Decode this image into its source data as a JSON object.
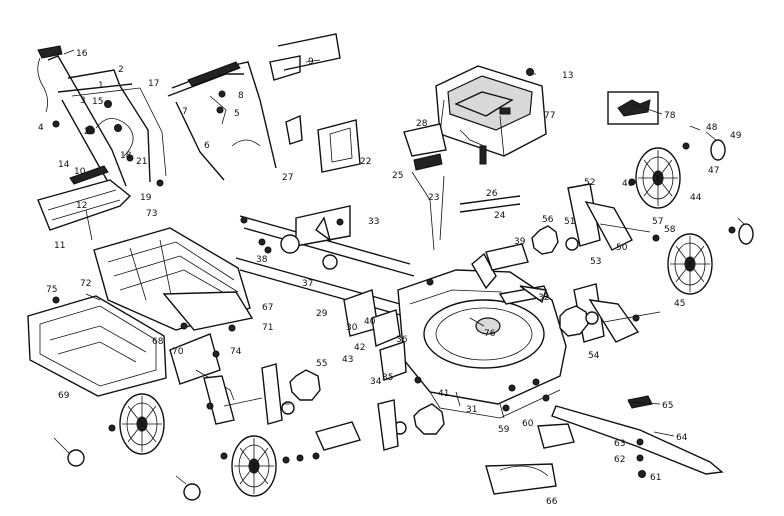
{
  "parts": [
    {
      "label": "16"
    },
    {
      "label": "1"
    },
    {
      "label": "2"
    },
    {
      "label": "3"
    },
    {
      "label": "15"
    },
    {
      "label": "4"
    },
    {
      "label": "20"
    },
    {
      "label": "18"
    },
    {
      "label": "21"
    },
    {
      "label": "10"
    },
    {
      "label": "14"
    },
    {
      "label": "12"
    },
    {
      "label": "11"
    },
    {
      "label": "19"
    },
    {
      "label": "17"
    },
    {
      "label": "8"
    },
    {
      "label": "6"
    },
    {
      "label": "5"
    },
    {
      "label": "7"
    },
    {
      "label": "9"
    },
    {
      "label": "22"
    },
    {
      "label": "28"
    },
    {
      "label": "25"
    },
    {
      "label": "23"
    },
    {
      "label": "13"
    },
    {
      "label": "77"
    },
    {
      "label": "78"
    },
    {
      "label": "26"
    },
    {
      "label": "24"
    },
    {
      "label": "48"
    },
    {
      "label": "49"
    },
    {
      "label": "47"
    },
    {
      "label": "44"
    },
    {
      "label": "52"
    },
    {
      "label": "46"
    },
    {
      "label": "27"
    },
    {
      "label": "33"
    },
    {
      "label": "38"
    },
    {
      "label": "37"
    },
    {
      "label": "56"
    },
    {
      "label": "51"
    },
    {
      "label": "50"
    },
    {
      "label": "57"
    },
    {
      "label": "58"
    },
    {
      "label": "45"
    },
    {
      "label": "39"
    },
    {
      "label": "53"
    },
    {
      "label": "55"
    },
    {
      "label": "54"
    },
    {
      "label": "32"
    },
    {
      "label": "73"
    },
    {
      "label": "75"
    },
    {
      "label": "72"
    },
    {
      "label": "67"
    },
    {
      "label": "71"
    },
    {
      "label": "29"
    },
    {
      "label": "30"
    },
    {
      "label": "36"
    },
    {
      "label": "43"
    },
    {
      "label": "42"
    },
    {
      "label": "40"
    },
    {
      "label": "76"
    },
    {
      "label": "34"
    },
    {
      "label": "35"
    },
    {
      "label": "41"
    },
    {
      "label": "31"
    },
    {
      "label": "59"
    },
    {
      "label": "60"
    },
    {
      "label": "65"
    },
    {
      "label": "64"
    },
    {
      "label": "63"
    },
    {
      "label": "62"
    },
    {
      "label": "61"
    },
    {
      "label": "66"
    },
    {
      "label": "69"
    },
    {
      "label": "68"
    },
    {
      "label": "70"
    },
    {
      "label": "74"
    }
  ]
}
